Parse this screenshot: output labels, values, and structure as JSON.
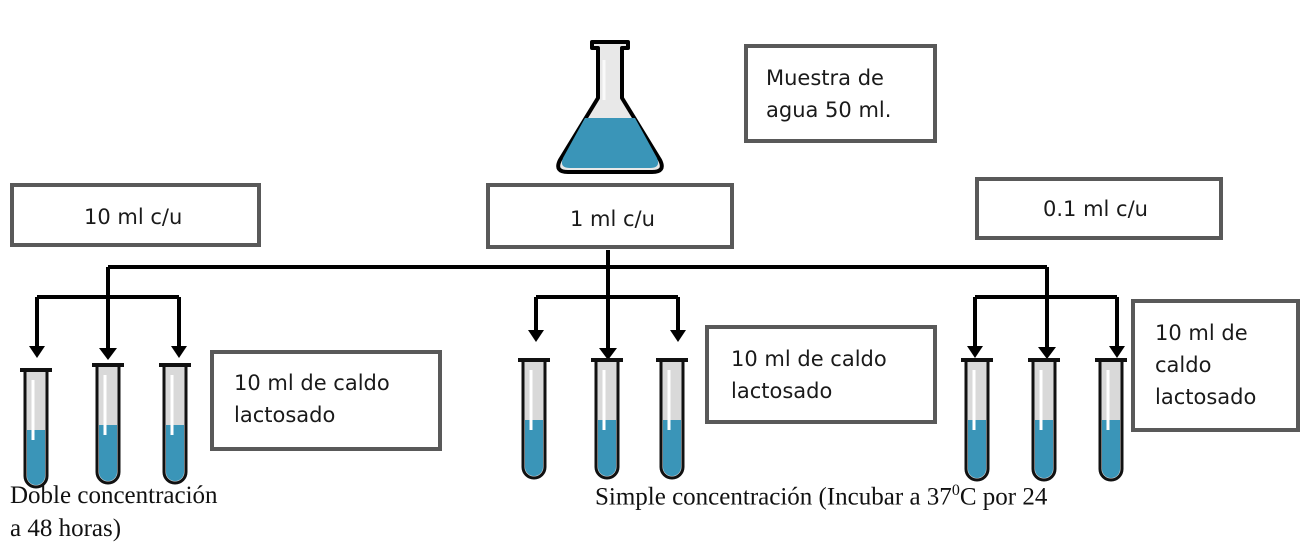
{
  "sample_box": {
    "line1": "Muestra de",
    "line2": "agua 50 ml."
  },
  "volume_boxes": [
    {
      "label": "10 ml c/u"
    },
    {
      "label": "1 ml c/u"
    },
    {
      "label": "0.1 ml c/u"
    }
  ],
  "broth_boxes": [
    {
      "line1": "10 ml de caldo",
      "line2": "lactosado"
    },
    {
      "line1": "10 ml de caldo",
      "line2": "lactosado"
    },
    {
      "line1": "10 ml de",
      "line2": "caldo",
      "line3": "lactosado"
    }
  ],
  "captions": {
    "double": "Doble concentración",
    "simple_prefix": "Simple concentración (Incubar a 37",
    "simple_sup": "0",
    "simple_suffix": "C por 24",
    "simple_line2": "a 48 horas)"
  },
  "colors": {
    "liquid": "#3a95b8",
    "box_border": "#595959",
    "line": "#000000",
    "glass": "#d9d9d9"
  }
}
